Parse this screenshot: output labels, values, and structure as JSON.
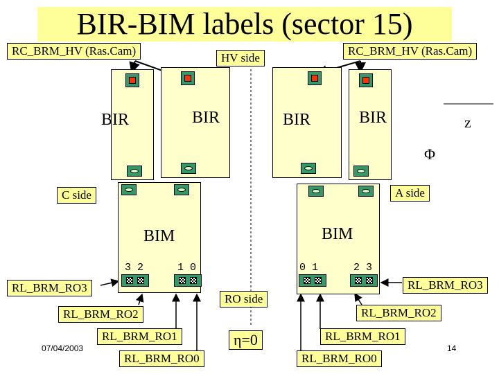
{
  "title": "BIR-BIM labels (sector 15)",
  "labels": {
    "rc_left": "RC_BRM_HV (Ras.Cam)",
    "rc_right": "RC_BRM_HV (Ras.Cam)",
    "hv_side": "HV side",
    "c_side": "C side",
    "a_side": "A side",
    "z_axis": "z",
    "phi": "Φ",
    "ro_side": "RO side",
    "eta": "η=0",
    "ro3_left": "RL_BRM_RO3",
    "ro2_left": "RL_BRM_RO2",
    "ro1_left": "RL_BRM_RO1",
    "ro0_left": "RL_BRM_RO0",
    "ro3_right": "RL_BRM_RO3",
    "ro2_right": "RL_BRM_RO2",
    "ro1_right": "RL_BRM_RO1",
    "ro0_right": "RL_BRM_RO0"
  },
  "chambers": {
    "bir1": "BIR",
    "bir2": "BIR",
    "bir3": "BIR",
    "bir4": "BIR",
    "bim_left": "BIM",
    "bim_right": "BIM"
  },
  "ports": {
    "left_a": "3 2",
    "left_b": "1 0",
    "right_a": "0 1",
    "right_b": "2 3"
  },
  "footer": {
    "date": "07/04/2003",
    "page": "14"
  }
}
